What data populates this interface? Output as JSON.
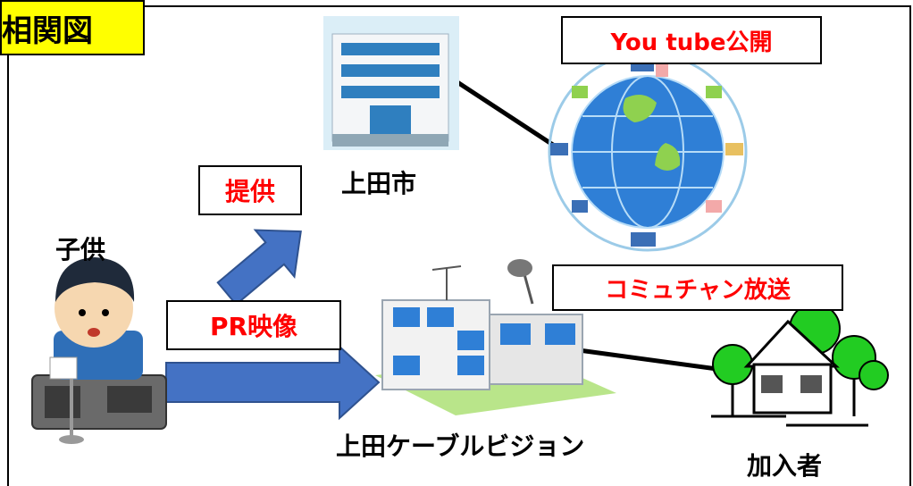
{
  "title": "相関図",
  "labels": {
    "provide": "提供",
    "pr_video": "PR映像",
    "youtube": "You tube公開",
    "community": "コミュチャン放送"
  },
  "nodes": {
    "city": "上田市",
    "child": "子供",
    "cable_tv": "上田ケーブルビジョン",
    "subscribers": "加入者"
  },
  "colors": {
    "title_bg": "#ffff00",
    "label_text": "#ff0000",
    "arrow_fill": "#4472c4",
    "tree_green": "#22cc22",
    "globe_blue": "#2f7fd6"
  },
  "icons": [
    "city-hall-icon",
    "globe-network-icon",
    "child-announcer-icon",
    "cable-station-icon",
    "house-icon"
  ]
}
